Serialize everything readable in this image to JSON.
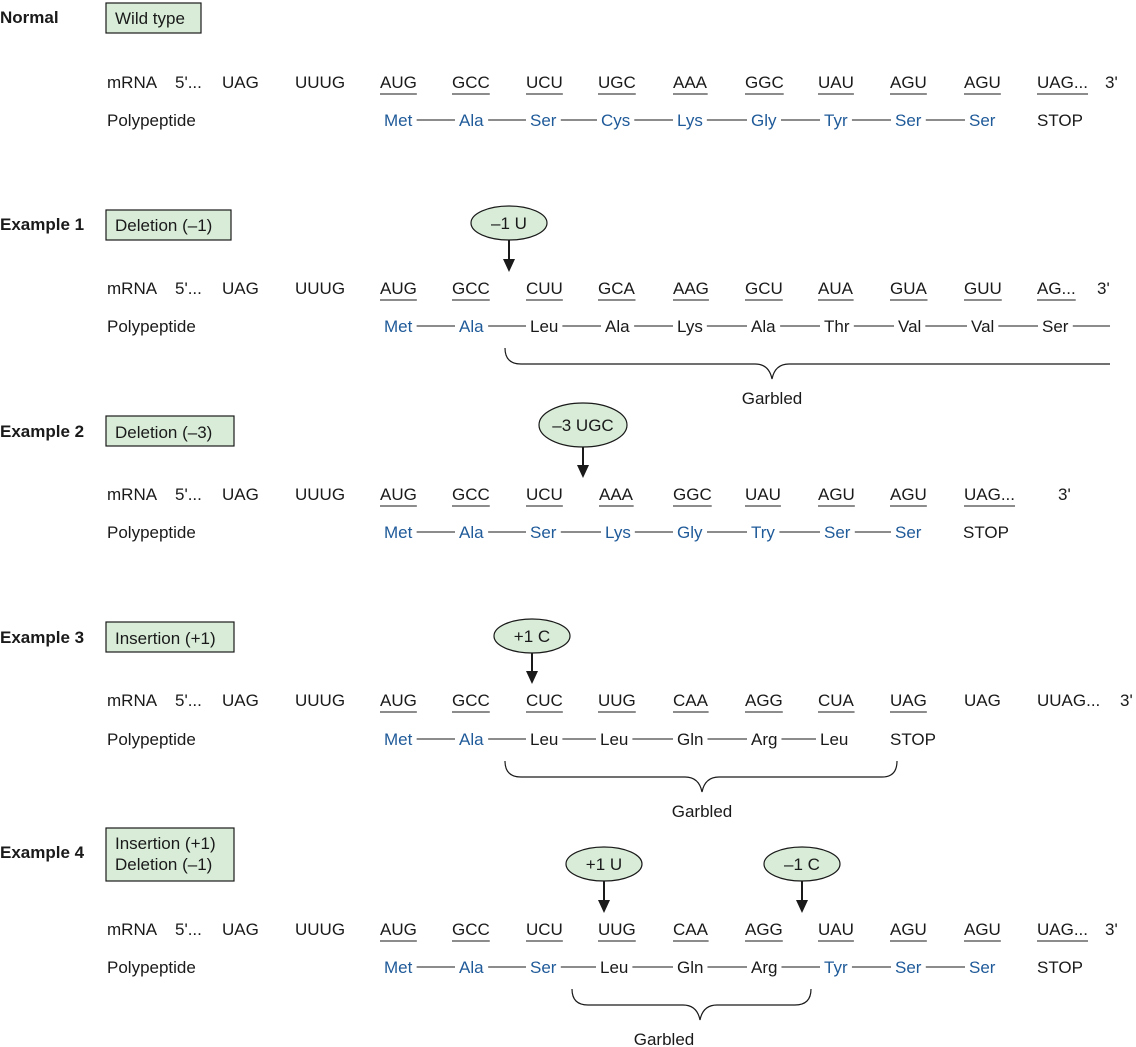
{
  "colors": {
    "normal_text": "#1a1a1a",
    "unchanged_amino_acid": "#1f5a99",
    "tag_fill": "#d8ecd8"
  },
  "labels": {
    "mrna": "mRNA",
    "polypeptide": "Polypeptide",
    "five_prime": "5'...",
    "three_prime": "3'",
    "garbled": "Garbled"
  },
  "sections": [
    {
      "heading": "Normal",
      "tag": [
        "Wild type"
      ],
      "mutations": [],
      "codons": [
        {
          "text": "UAG",
          "underlined": false
        },
        {
          "text": "UUUG",
          "underlined": false
        },
        {
          "text": "AUG",
          "underlined": true
        },
        {
          "text": "GCC",
          "underlined": true
        },
        {
          "text": "UCU",
          "underlined": true
        },
        {
          "text": "UGC",
          "underlined": true
        },
        {
          "text": "AAA",
          "underlined": true
        },
        {
          "text": "GGC",
          "underlined": true
        },
        {
          "text": "UAU",
          "underlined": true
        },
        {
          "text": "AGU",
          "underlined": true
        },
        {
          "text": "AGU",
          "underlined": true
        },
        {
          "text": "UAG...",
          "underlined": true
        }
      ],
      "polypeptide": [
        {
          "text": "Met",
          "blue": true
        },
        {
          "text": "Ala",
          "blue": true
        },
        {
          "text": "Ser",
          "blue": true
        },
        {
          "text": "Cys",
          "blue": true
        },
        {
          "text": "Lys",
          "blue": true
        },
        {
          "text": "Gly",
          "blue": true
        },
        {
          "text": "Tyr",
          "blue": true
        },
        {
          "text": "Ser",
          "blue": true
        },
        {
          "text": "Ser",
          "blue": true
        },
        {
          "text": "STOP",
          "blue": false
        }
      ],
      "trailing_bond": false,
      "garbled": null
    },
    {
      "heading": "Example 1",
      "tag": [
        "Deletion (–1)"
      ],
      "mutations": [
        {
          "label": "–1 U"
        }
      ],
      "codons": [
        {
          "text": "UAG",
          "underlined": false
        },
        {
          "text": "UUUG",
          "underlined": false
        },
        {
          "text": "AUG",
          "underlined": true
        },
        {
          "text": "GCC",
          "underlined": true
        },
        {
          "text": "CUU",
          "underlined": true
        },
        {
          "text": "GCA",
          "underlined": true
        },
        {
          "text": "AAG",
          "underlined": true
        },
        {
          "text": "GCU",
          "underlined": true
        },
        {
          "text": "AUA",
          "underlined": true
        },
        {
          "text": "GUA",
          "underlined": true
        },
        {
          "text": "GUU",
          "underlined": true
        },
        {
          "text": "AG...",
          "underlined": true
        }
      ],
      "polypeptide": [
        {
          "text": "Met",
          "blue": true
        },
        {
          "text": "Ala",
          "blue": true
        },
        {
          "text": "Leu",
          "blue": false
        },
        {
          "text": "Ala",
          "blue": false
        },
        {
          "text": "Lys",
          "blue": false
        },
        {
          "text": "Ala",
          "blue": false
        },
        {
          "text": "Thr",
          "blue": false
        },
        {
          "text": "Val",
          "blue": false
        },
        {
          "text": "Val",
          "blue": false
        },
        {
          "text": "Ser",
          "blue": false
        }
      ],
      "trailing_bond": true,
      "garbled": {
        "label": "Garbled"
      }
    },
    {
      "heading": "Example 2",
      "tag": [
        "Deletion (–3)"
      ],
      "mutations": [
        {
          "label": "–3 UGC"
        }
      ],
      "codons": [
        {
          "text": "UAG",
          "underlined": false
        },
        {
          "text": "UUUG",
          "underlined": false
        },
        {
          "text": "AUG",
          "underlined": true
        },
        {
          "text": "GCC",
          "underlined": true
        },
        {
          "text": "UCU",
          "underlined": true
        },
        {
          "text": "AAA",
          "underlined": true
        },
        {
          "text": "GGC",
          "underlined": true
        },
        {
          "text": "UAU",
          "underlined": true
        },
        {
          "text": "AGU",
          "underlined": true
        },
        {
          "text": "AGU",
          "underlined": true
        },
        {
          "text": "UAG...",
          "underlined": true
        }
      ],
      "polypeptide": [
        {
          "text": "Met",
          "blue": true
        },
        {
          "text": "Ala",
          "blue": true
        },
        {
          "text": "Ser",
          "blue": true
        },
        {
          "text": "Lys",
          "blue": true
        },
        {
          "text": "Gly",
          "blue": true
        },
        {
          "text": "Try",
          "blue": true
        },
        {
          "text": "Ser",
          "blue": true
        },
        {
          "text": "Ser",
          "blue": true
        },
        {
          "text": "STOP",
          "blue": false
        }
      ],
      "trailing_bond": false,
      "garbled": null
    },
    {
      "heading": "Example 3",
      "tag": [
        "Insertion (+1)"
      ],
      "mutations": [
        {
          "label": "+1 C"
        }
      ],
      "codons": [
        {
          "text": "UAG",
          "underlined": false
        },
        {
          "text": "UUUG",
          "underlined": false
        },
        {
          "text": "AUG",
          "underlined": true
        },
        {
          "text": "GCC",
          "underlined": true
        },
        {
          "text": "CUC",
          "underlined": true
        },
        {
          "text": "UUG",
          "underlined": true
        },
        {
          "text": "CAA",
          "underlined": true
        },
        {
          "text": "AGG",
          "underlined": true
        },
        {
          "text": "CUA",
          "underlined": true
        },
        {
          "text": "UAG",
          "underlined": true
        },
        {
          "text": "UAG",
          "underlined": false
        },
        {
          "text": "UUAG...",
          "underlined": false
        }
      ],
      "polypeptide": [
        {
          "text": "Met",
          "blue": true
        },
        {
          "text": "Ala",
          "blue": true
        },
        {
          "text": "Leu",
          "blue": false
        },
        {
          "text": "Leu",
          "blue": false
        },
        {
          "text": "Gln",
          "blue": false
        },
        {
          "text": "Arg",
          "blue": false
        },
        {
          "text": "Leu",
          "blue": false
        },
        {
          "text": "STOP",
          "blue": false
        }
      ],
      "trailing_bond": false,
      "garbled": {
        "label": "Garbled"
      }
    },
    {
      "heading": "Example 4",
      "tag": [
        "Insertion (+1)",
        "Deletion (–1)"
      ],
      "mutations": [
        {
          "label": "+1 U"
        },
        {
          "label": "–1 C"
        }
      ],
      "codons": [
        {
          "text": "UAG",
          "underlined": false
        },
        {
          "text": "UUUG",
          "underlined": false
        },
        {
          "text": "AUG",
          "underlined": true
        },
        {
          "text": "GCC",
          "underlined": true
        },
        {
          "text": "UCU",
          "underlined": true
        },
        {
          "text": "UUG",
          "underlined": true
        },
        {
          "text": "CAA",
          "underlined": true
        },
        {
          "text": "AGG",
          "underlined": true
        },
        {
          "text": "UAU",
          "underlined": true
        },
        {
          "text": "AGU",
          "underlined": true
        },
        {
          "text": "AGU",
          "underlined": true
        },
        {
          "text": "UAG...",
          "underlined": true
        }
      ],
      "polypeptide": [
        {
          "text": "Met",
          "blue": true
        },
        {
          "text": "Ala",
          "blue": true
        },
        {
          "text": "Ser",
          "blue": true
        },
        {
          "text": "Leu",
          "blue": false
        },
        {
          "text": "Gln",
          "blue": false
        },
        {
          "text": "Arg",
          "blue": false
        },
        {
          "text": "Tyr",
          "blue": true
        },
        {
          "text": "Ser",
          "blue": true
        },
        {
          "text": "Ser",
          "blue": true
        },
        {
          "text": "STOP",
          "blue": false
        }
      ],
      "trailing_bond": false,
      "garbled": {
        "label": "Garbled"
      }
    }
  ]
}
